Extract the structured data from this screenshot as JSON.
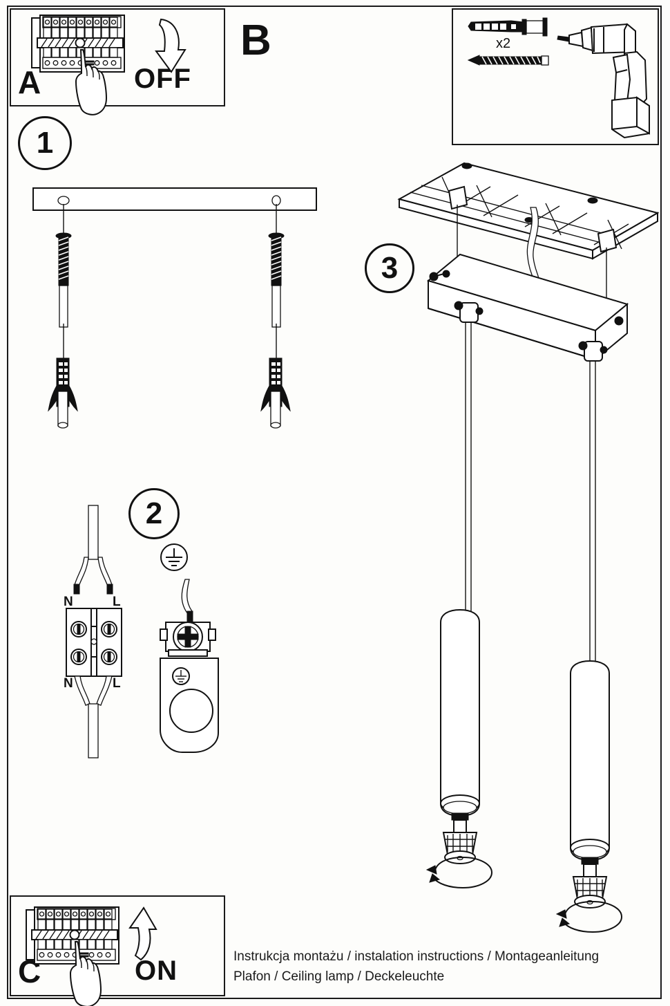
{
  "document": {
    "type": "assembly-instruction-sheet",
    "caption_line1": "Instrukcja montażu / instalation instructions / Montageanleitung",
    "caption_line2": "Plafon / Ceiling lamp / Deckeleuchte"
  },
  "panels": {
    "a": {
      "letter": "A",
      "word": "OFF",
      "icon": "circuit-breaker-panel-with-hand",
      "arrow": "curved-arrow-down"
    },
    "b": {
      "letter": "B",
      "quantity": "x2",
      "items": [
        "wall-plug",
        "screw",
        "power-drill"
      ]
    },
    "c": {
      "letter": "C",
      "word": "ON",
      "icon": "circuit-breaker-panel-with-hand",
      "arrow": "curved-arrow-up"
    }
  },
  "steps": [
    {
      "number": "1",
      "content": "mounting-bracket-with-plugs-and-screws"
    },
    {
      "number": "2",
      "content": "terminal-block-wiring-and-earth-gland"
    },
    {
      "number": "3",
      "content": "ceiling-plate-with-two-pendant-tubes"
    }
  ],
  "wiring": {
    "terminal_top_left": "N",
    "terminal_top_right": "L",
    "terminal_bottom_left": "N",
    "terminal_bottom_right": "L",
    "earth_symbol": "earth-ground-symbol"
  },
  "colors": {
    "line": "#111111",
    "background": "#fdfdfb",
    "fill": "#ffffff"
  }
}
